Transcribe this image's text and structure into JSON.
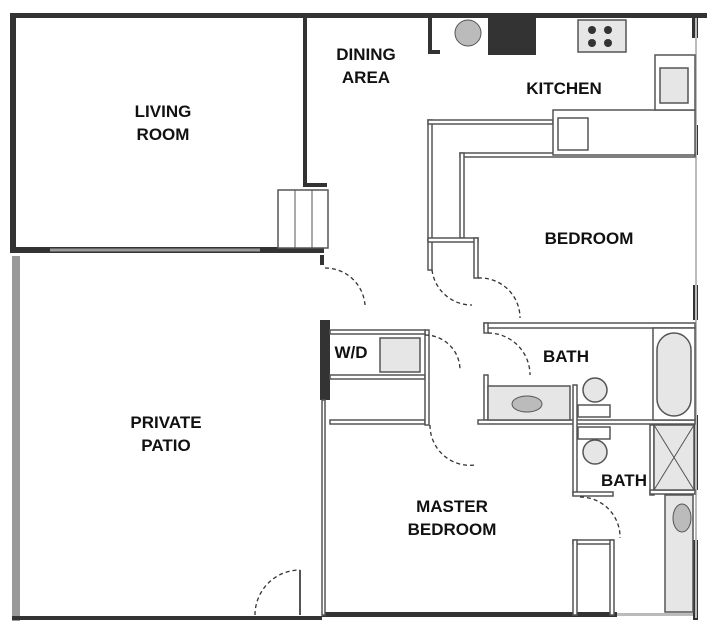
{
  "rooms": {
    "living": [
      "LIVING",
      "ROOM"
    ],
    "dining": [
      "DINING",
      "AREA"
    ],
    "kitchen": "KITCHEN",
    "bedroom": "BEDROOM",
    "wd": "W/D",
    "bath": "BATH",
    "patio": [
      "PRIVATE",
      "PATIO"
    ],
    "master_bath": "BATH",
    "master": [
      "MASTER",
      "BEDROOM"
    ]
  },
  "colors": {
    "wall": "#333333",
    "fixture": "#e6e6e6",
    "glass": "#999999"
  }
}
